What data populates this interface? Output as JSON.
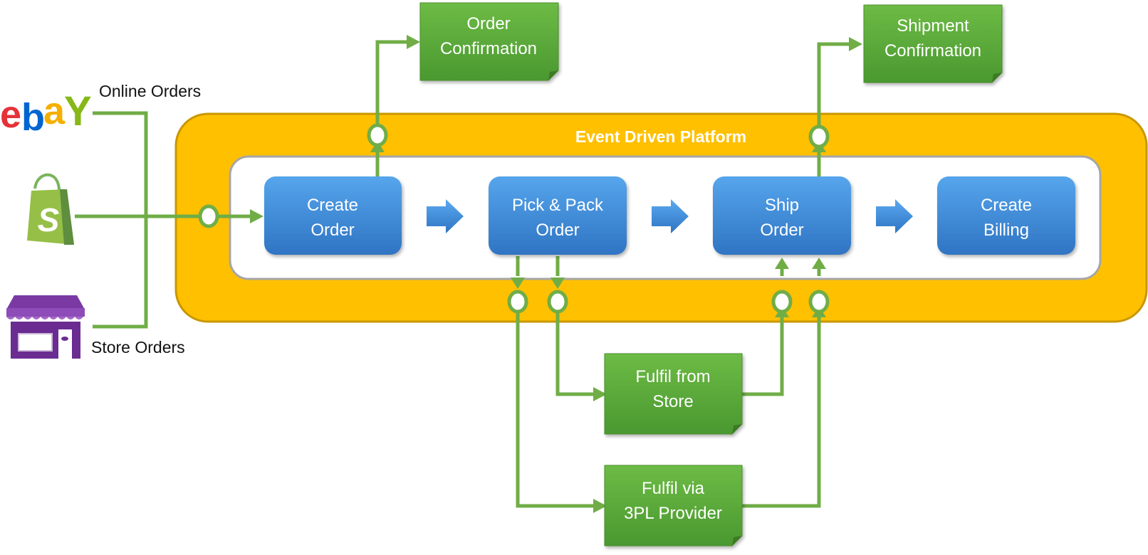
{
  "platform": {
    "title": "Event Driven Platform"
  },
  "sources": {
    "online": {
      "label": "Online Orders",
      "icons": [
        "ebay-logo-icon",
        "shopify-bag-icon"
      ],
      "ebay_letters": [
        "e",
        "b",
        "a",
        "Y"
      ]
    },
    "store": {
      "label": "Store Orders",
      "icon": "storefront-icon",
      "shopify_letter": "S"
    }
  },
  "process_steps": [
    {
      "id": "create-order",
      "lines": [
        "Create",
        "Order"
      ]
    },
    {
      "id": "pick-pack-order",
      "lines": [
        "Pick & Pack",
        "Order"
      ]
    },
    {
      "id": "ship-order",
      "lines": [
        "Ship",
        "Order"
      ]
    },
    {
      "id": "create-billing",
      "lines": [
        "Create",
        "Billing"
      ]
    }
  ],
  "outputs": [
    {
      "id": "order-confirmation",
      "lines": [
        "Order",
        "Confirmation"
      ]
    },
    {
      "id": "shipment-confirmation",
      "lines": [
        "Shipment",
        "Confirmation"
      ]
    },
    {
      "id": "fulfil-from-store",
      "lines": [
        "Fulfil from",
        "Store"
      ]
    },
    {
      "id": "fulfil-via-3pl",
      "lines": [
        "Fulfil via",
        "3PL Provider"
      ]
    }
  ],
  "colors": {
    "platform_fill": "#ffc000",
    "platform_border": "#c99700",
    "process_fill": "#3d87d6",
    "output_fill": "#5aa83a",
    "connector": "#70ad47",
    "chevron": "#4a95e0"
  }
}
